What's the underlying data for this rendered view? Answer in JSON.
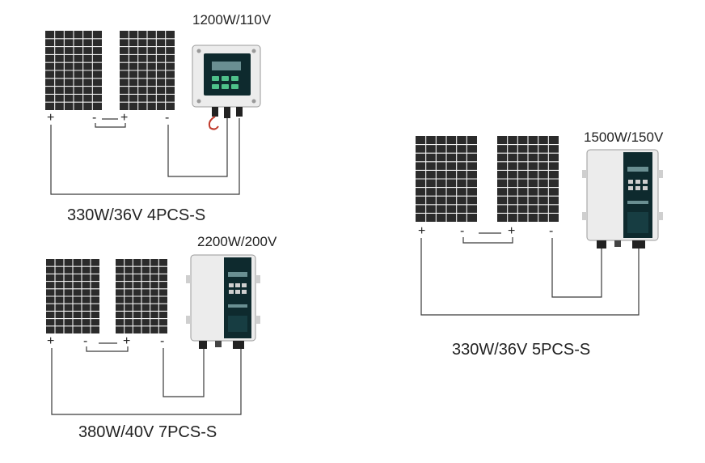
{
  "colors": {
    "panel_fill": "#2b2b2b",
    "panel_grid": "#f2f2f2",
    "wire": "#3a3a3a",
    "controller_body": "#eaeaea",
    "controller_front": "#0e2a2e",
    "button": "#4ec08a"
  },
  "polarity": {
    "plus": "+",
    "minus": "-"
  },
  "configs": [
    {
      "id": "top-left",
      "controller_rating": "1200W/110V",
      "panel_caption": "330W/36V 4PCS-S",
      "controller_style": "square-box",
      "panel_count_shown": 2
    },
    {
      "id": "bottom-left",
      "controller_rating": "2200W/200V",
      "panel_caption": "380W/40V 7PCS-S",
      "controller_style": "tall-box",
      "panel_count_shown": 2
    },
    {
      "id": "right",
      "controller_rating": "1500W/150V",
      "panel_caption": "330W/36V 5PCS-S",
      "controller_style": "tall-box",
      "panel_count_shown": 2
    }
  ]
}
